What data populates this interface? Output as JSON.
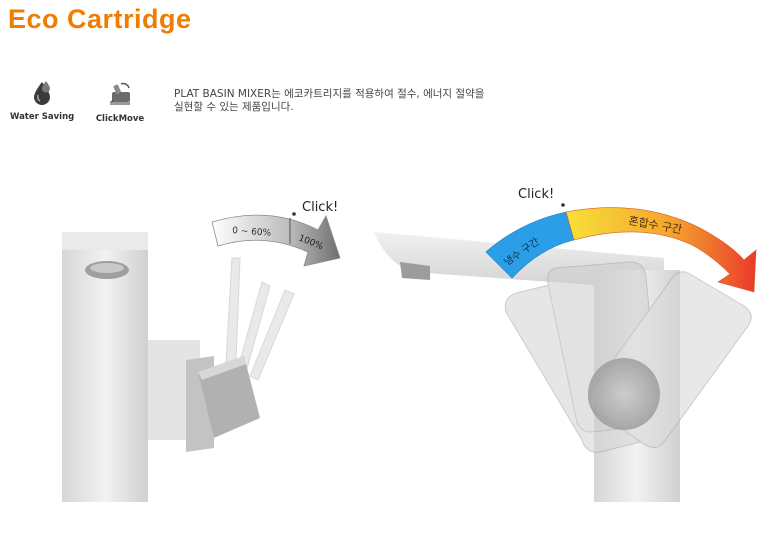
{
  "title": "Eco Cartridge",
  "colors": {
    "title": "#f07d00",
    "cold_zone": "#2b9ee8",
    "mixed_zone_start": "#f7e13a",
    "mixed_zone_end": "#ea3a2c",
    "faucet": "#dcdcdc"
  },
  "features": [
    {
      "icon": "water-drop-icon",
      "label": "Water Saving"
    },
    {
      "icon": "click-move-icon",
      "label": "ClickMove"
    }
  ],
  "description": {
    "line1": "PLAT BASIN MIXER는 에코카트리지를 적용하여 절수, 에너지 절약을",
    "line2": "실현할 수 있는 제품입니다."
  },
  "left_diagram": {
    "click_label": "Click!",
    "range_label": "0 ~ 60%",
    "full_label": "100%"
  },
  "right_diagram": {
    "click_label": "Click!",
    "cold_label": "냉수 구간",
    "mixed_label": "혼합수 구간"
  }
}
